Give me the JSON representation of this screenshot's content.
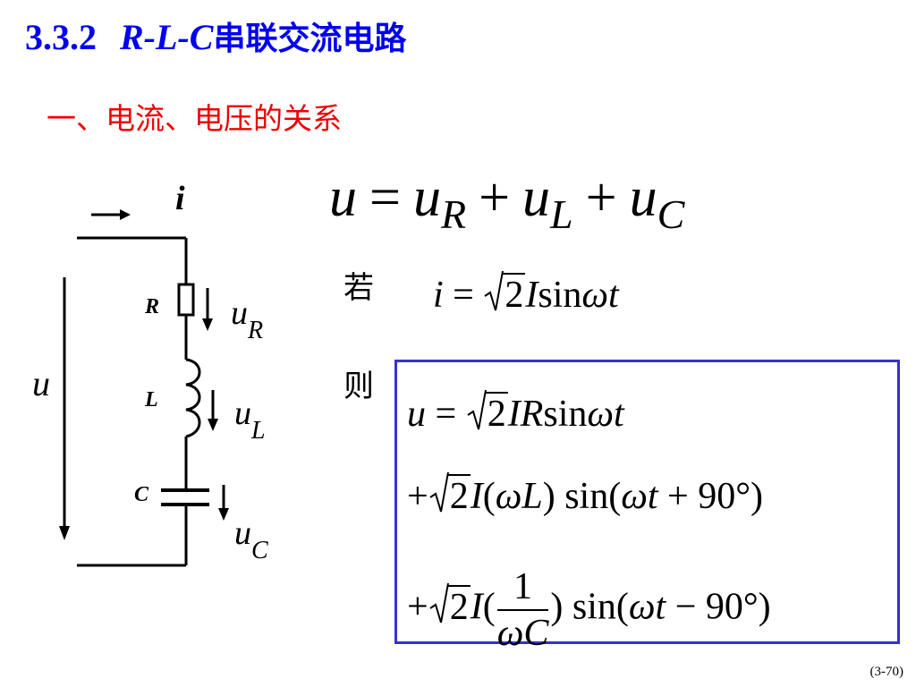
{
  "title": {
    "number": "3.3.2",
    "rlc": "R-L-C",
    "text": "串联交流电路"
  },
  "subtitle": "一、电流、电压的关系",
  "circuit": {
    "current_label": "i",
    "voltage_label": "u",
    "components": [
      {
        "label": "R",
        "voltage": "u",
        "voltage_sub": "R"
      },
      {
        "label": "L",
        "voltage": "u",
        "voltage_sub": "L"
      },
      {
        "label": "C",
        "voltage": "u",
        "voltage_sub": "C"
      }
    ]
  },
  "main_equation": {
    "lhs": "u",
    "eq": "=",
    "terms": [
      {
        "var": "u",
        "sub": "R"
      },
      {
        "var": "u",
        "sub": "L"
      },
      {
        "var": "u",
        "sub": "C"
      }
    ],
    "plus": "+"
  },
  "condition": {
    "label": "若",
    "lhs": "i",
    "eq": "=",
    "sqrt_arg": "2",
    "rest_italic": "I",
    "func": "sin",
    "omega": "ω",
    "t": "t"
  },
  "result": {
    "label": "则",
    "line1": {
      "lhs": "u",
      "eq": "=",
      "sqrt_arg": "2",
      "vars": "IR",
      "func": "sin",
      "omega": "ω",
      "t": "t"
    },
    "line2": {
      "plus": "+",
      "sqrt_arg": "2",
      "var": "I",
      "paren_open": "(",
      "omega": "ω",
      "L": "L",
      "paren_close": ")",
      "func": "sin(",
      "t": "t",
      "op": "+",
      "angle": "90°",
      "close": ")"
    },
    "line3": {
      "plus": "+",
      "sqrt_arg": "2",
      "var": "I",
      "paren_open": "(",
      "frac_num": "1",
      "frac_den_omega": "ω",
      "frac_den_C": "C",
      "paren_close": ")",
      "func": "sin(",
      "t": "t",
      "op": "−",
      "angle": "90°",
      "close": ")"
    }
  },
  "page_number": "(3-70)",
  "colors": {
    "title": "#0000ee",
    "subtitle": "#ee0000",
    "box_border": "#3333cc"
  }
}
